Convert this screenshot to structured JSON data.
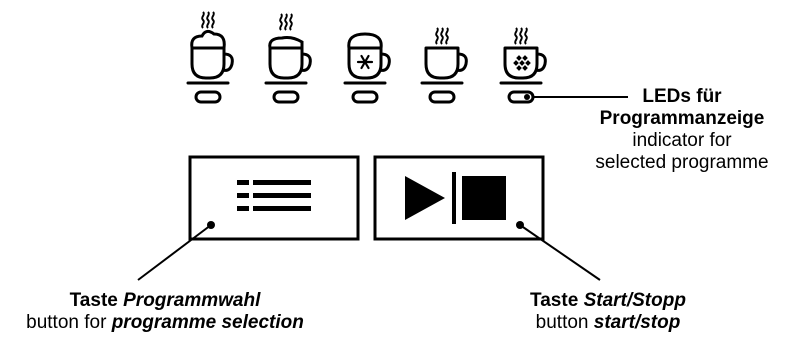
{
  "programmes": [
    {
      "name": "coffee-foam-icon",
      "led_state": "off"
    },
    {
      "name": "coffee-milk-icon",
      "led_state": "off"
    },
    {
      "name": "cold-drink-icon",
      "led_state": "off"
    },
    {
      "name": "plain-coffee-icon",
      "led_state": "off"
    },
    {
      "name": "cleaning-icon",
      "led_state": "selected"
    }
  ],
  "buttons": {
    "programme_select_icon": "list-icon",
    "start_stop_icon": "play-stop-icon"
  },
  "labels": {
    "leds": {
      "title_line1": "LEDs für",
      "title_line2": "Programmanzeige",
      "en_line1": "indicator for",
      "en_line2": "selected programme"
    },
    "programme_button": {
      "de_prefix": "Taste ",
      "de_name": "Programmwahl",
      "en_prefix": "button for ",
      "en_name": "programme selection"
    },
    "start_stop_button": {
      "de_prefix": "Taste ",
      "de_name": "Start/Stopp",
      "en_prefix": "button ",
      "en_name": "start/stop"
    }
  }
}
